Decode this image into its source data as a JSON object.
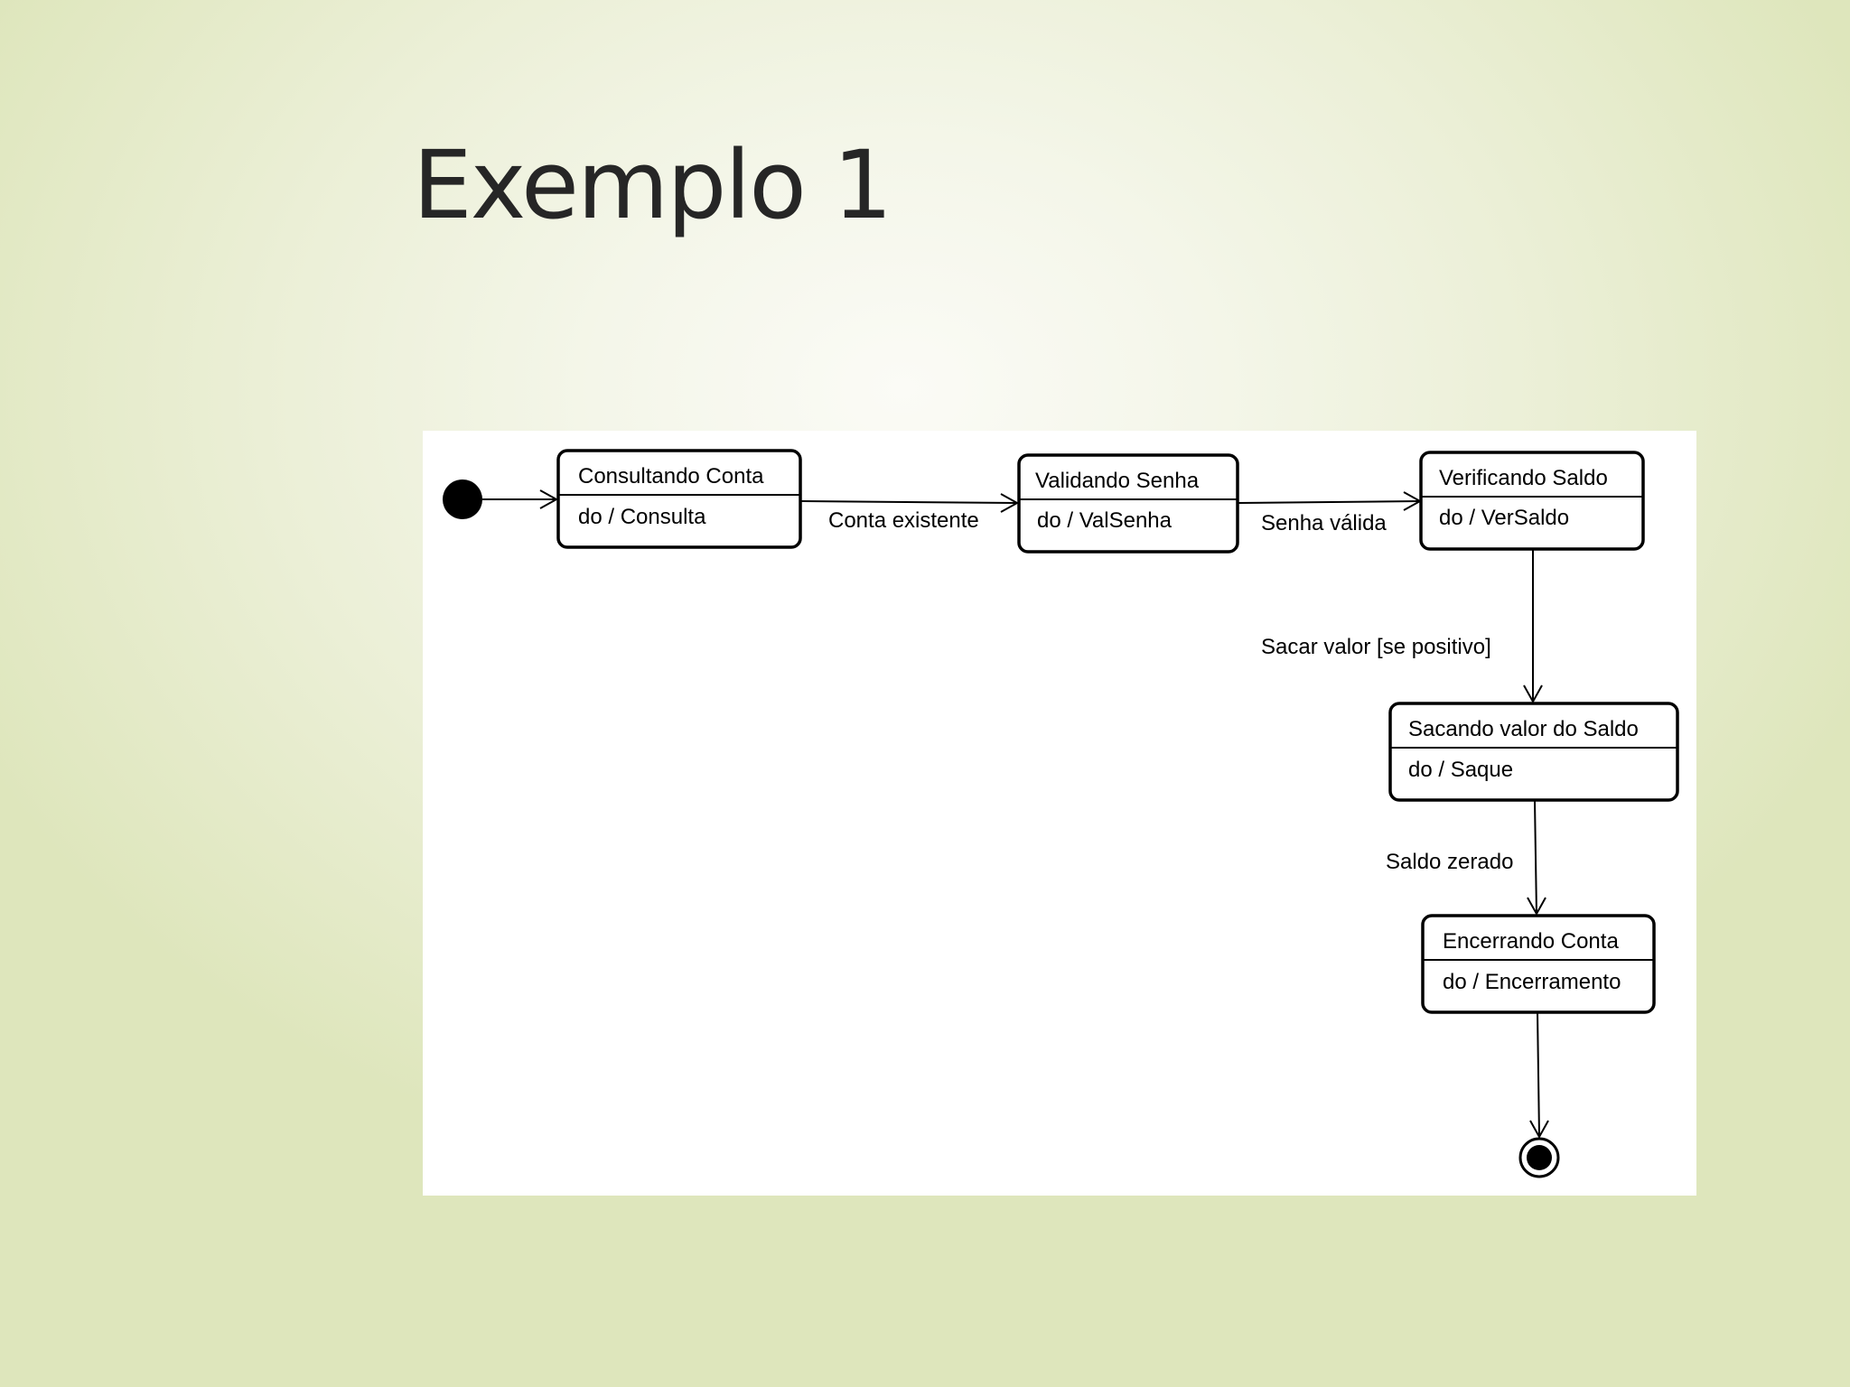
{
  "slide": {
    "title": "Exemplo 1"
  },
  "diagram": {
    "states": [
      {
        "name": "Consultando Conta",
        "activity": "do / Consulta"
      },
      {
        "name": "Validando Senha",
        "activity": "do / ValSenha"
      },
      {
        "name": "Verificando Saldo",
        "activity": "do / VerSaldo"
      },
      {
        "name": "Sacando valor do Saldo",
        "activity": "do / Saque"
      },
      {
        "name": "Encerrando Conta",
        "activity": "do / Encerramento"
      }
    ],
    "transitions": [
      {
        "label": "Conta existente"
      },
      {
        "label": "Senha válida"
      },
      {
        "label": "Sacar valor [se positivo]"
      },
      {
        "label": "Saldo zerado"
      }
    ]
  }
}
